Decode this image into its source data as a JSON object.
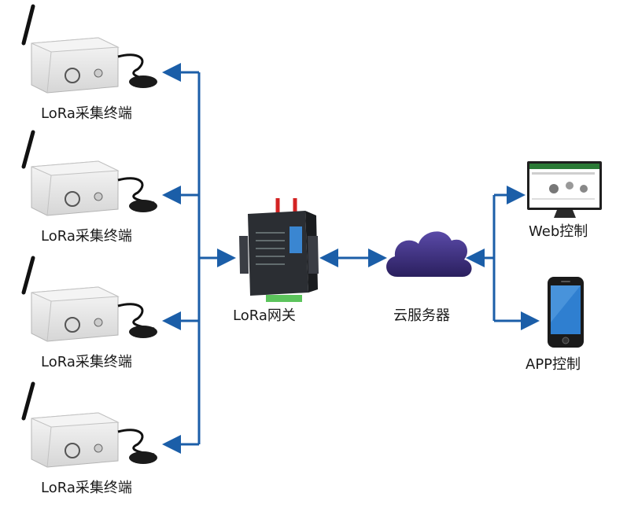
{
  "terminals": [
    {
      "label": "LoRa采集终端"
    },
    {
      "label": "LoRa采集终端"
    },
    {
      "label": "LoRa采集终端"
    },
    {
      "label": "LoRa采集终端"
    }
  ],
  "gateway": {
    "label": "LoRa网关"
  },
  "cloud": {
    "label": "云服务器"
  },
  "clients": {
    "web": {
      "label": "Web控制"
    },
    "app": {
      "label": "APP控制"
    }
  },
  "colors": {
    "arrow": "#1b5ea8",
    "device_body": "#eaeaea",
    "gateway_body": "#2b2e33",
    "gateway_panel": "#3a86d1",
    "gateway_terminal": "#5cc45c",
    "cloud": "#3d2f7a",
    "phone": "#1a1a1a",
    "phone_screen": "#2f7fd0",
    "monitor": "#1f1f1f"
  },
  "icons": {
    "terminal": "lora-terminal-device-icon",
    "gateway": "lora-gateway-device-icon",
    "cloud": "cloud-server-icon",
    "web": "desktop-monitor-icon",
    "app": "smartphone-icon"
  }
}
